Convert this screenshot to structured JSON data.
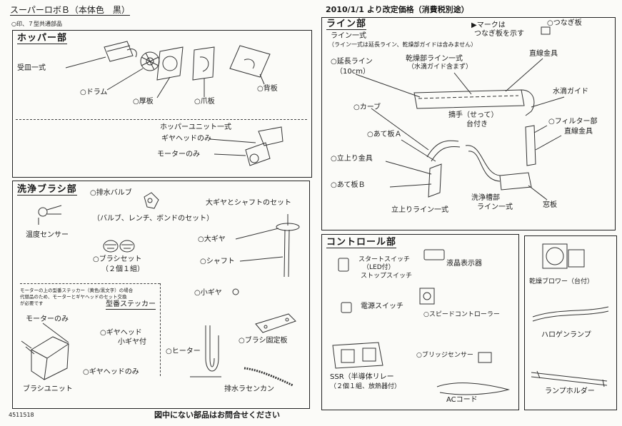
{
  "header": {
    "title": "スーパーロボＢ（本体色　黒）",
    "price_note": "2010/1/1 より改定価格（消費税別途）",
    "common_parts": "○印、７型共通部品",
    "doc_number": "4511518",
    "footer": "図中にない部品はお問合せください"
  },
  "hopper": {
    "title": "ホッパー部",
    "items": {
      "receiver": "受皿一式",
      "drum": "○ドラム",
      "thick_plate": "○厚板",
      "claw_plate": "○爪板",
      "back_plate": "○背板",
      "unit": "ホッパーユニット一式",
      "gear_head": "ギヤヘッドのみ",
      "motor": "モーターのみ"
    }
  },
  "washer": {
    "title": "洗浄ブラシ部",
    "items": {
      "drain_valve": "○排水バルブ",
      "valve_note": "（バルブ、レンチ、ボンドのセット）",
      "big_gear_set": "大ギヤとシャフトのセット",
      "temp_sensor": "温度センサー",
      "big_gear": "○大ギヤ",
      "brush_set": "○ブラシセット",
      "brush_set_note": "（２個１組）",
      "shaft": "○シャフト",
      "small_gear": "○小ギヤ",
      "sticker_note1": "モーターの上の型番ステッカー（黄色/黒文字）の場合",
      "sticker_note2": "代替品のため、モーターとギヤヘッドのセット交換",
      "sticker_note3": "が必要です",
      "sticker": "型番ステッカー",
      "motor_only": "モーターのみ",
      "gear_head": "○ギヤヘッド",
      "with_small_gear": "小ギヤ付",
      "gear_head_only": "○ギヤヘッドのみ",
      "brush_fix_plate": "○ブラシ固定板",
      "heater": "○ヒーター",
      "brush_unit": "ブラシユニット",
      "drain_hose": "排水ラセンカン"
    }
  },
  "line": {
    "title": "ライン部",
    "subtitle": "ライン一式",
    "subtitle_note": "（ライン一式は延長ライン、乾燥部ガイドは含みません）",
    "mark_note1": "▶マークは",
    "mark_note2": "つなぎ板を示す",
    "joint_plate": "○つなぎ板",
    "ext_line": "○延長ライン",
    "ext_line_len": "（10cm）",
    "dry_line": "乾燥部ライン一式",
    "dry_line_note": "（水滴ガイド含まず）",
    "straight_fitting": "直線金具",
    "water_guide": "水滴ガイド",
    "curve": "○カーブ",
    "guard_a": "○あて板Ａ",
    "handle": "摘手（せって）",
    "with_stand": "台付き",
    "filter": "○フィルター部",
    "straight_fitting2": "直線金具",
    "rise_fitting": "○立上り金具",
    "guard_b": "○あて板Ｂ",
    "rise_line": "立上りライン一式",
    "wash_line1": "洗浄槽部",
    "wash_line2": "ライン一式",
    "window": "窓板"
  },
  "control": {
    "title": "コントロール部",
    "items": {
      "start_switch": "スタートスイッチ",
      "led": "（LED付）",
      "stop_switch": "ストップスイッチ",
      "lcd": "液晶表示器",
      "power_switch": "電源スイッチ",
      "speed": "○スピードコントローラー",
      "bridge_sensor": "○ブリッジセンサー",
      "ssr": "SSR（半導体リレー",
      "ssr_note": "（２個１組、放熱器付）",
      "ac_cord": "ACコード"
    }
  },
  "dry": {
    "blower": "乾燥ブロワー（台付）",
    "halogen": "ハロゲンランプ",
    "holder": "ランプホルダー"
  }
}
